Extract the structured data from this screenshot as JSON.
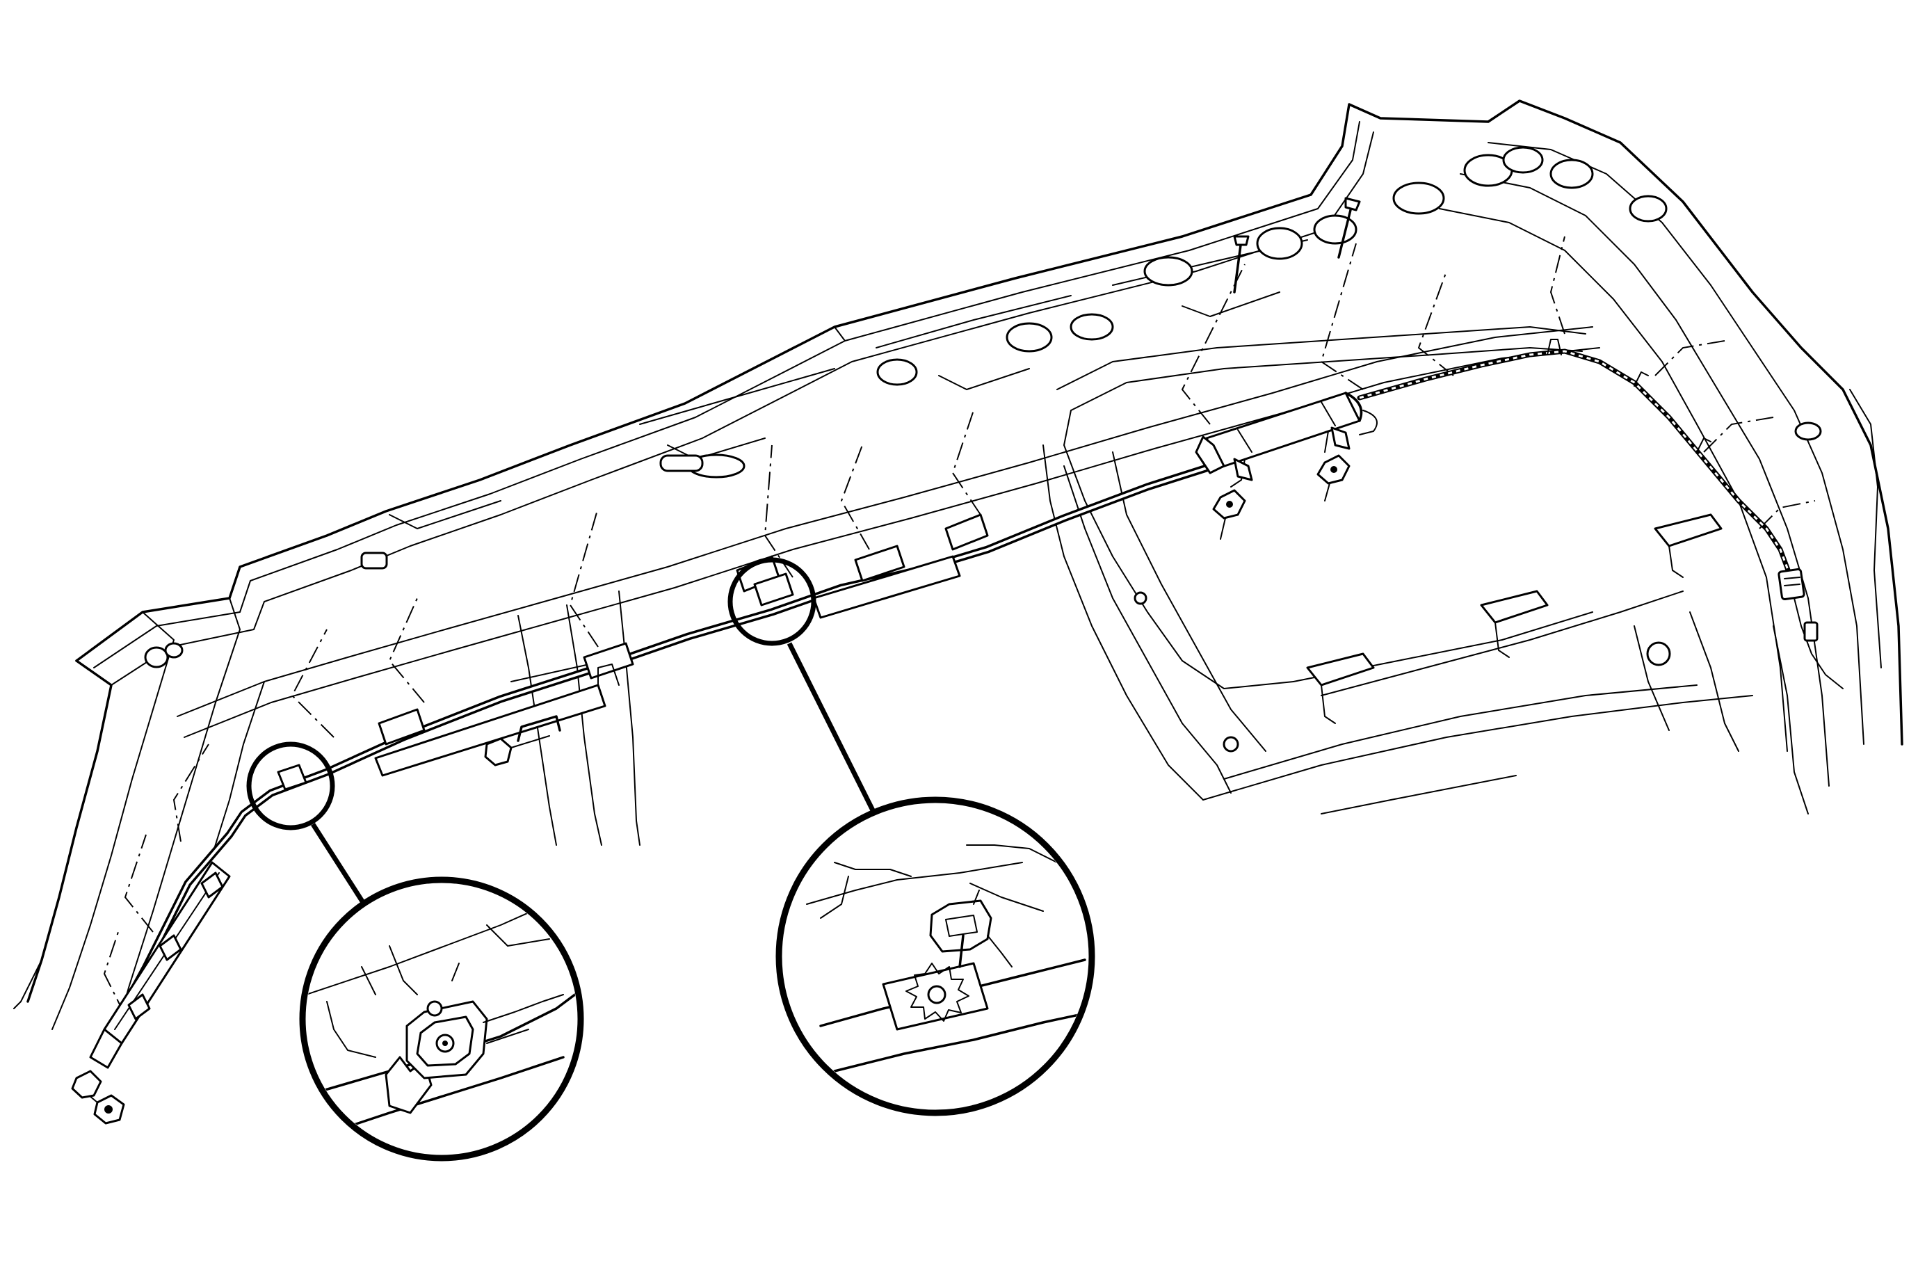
{
  "diagram": {
    "style": "line-art",
    "colors": {
      "line": "#000000",
      "background": "#ffffff"
    },
    "components": [
      "roof-rail-body-frame",
      "roof-rail-air-bag-module",
      "air-bag-inflator",
      "wiring-harness-connector",
      "mounting-bolts",
      "retainer-clip"
    ],
    "callouts": [
      {
        "name": "front-clip-detail"
      },
      {
        "name": "center-clip-detail"
      }
    ]
  }
}
